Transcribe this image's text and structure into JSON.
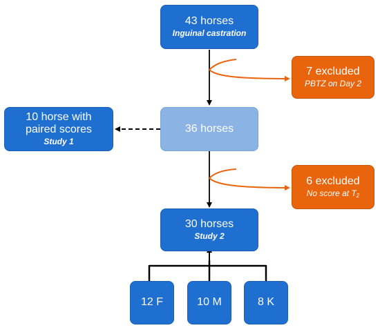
{
  "top_box": {
    "title": "43 horses",
    "subtitle": "Inguinal castration"
  },
  "excluded_1": {
    "title": "7 excluded",
    "subtitle": "PBTZ on Day 2"
  },
  "middle_box": {
    "title": "36 horses"
  },
  "study1_box": {
    "line1": "10 horse with",
    "line2": "paired scores",
    "subtitle": "Study 1"
  },
  "excluded_2": {
    "title": "6 excluded",
    "subtitle_prefix": "No score at T",
    "subtitle_subscript": "2"
  },
  "study2_box": {
    "title": "30 horses",
    "subtitle": "Study 2"
  },
  "groups": [
    {
      "label": "12 F"
    },
    {
      "label": "10 M"
    },
    {
      "label": "8 K"
    }
  ],
  "colors": {
    "main_blue": "#1f6fd1",
    "light_blue": "#8bb3e3",
    "exclusion_orange": "#e8650e",
    "connector": "#000000"
  }
}
